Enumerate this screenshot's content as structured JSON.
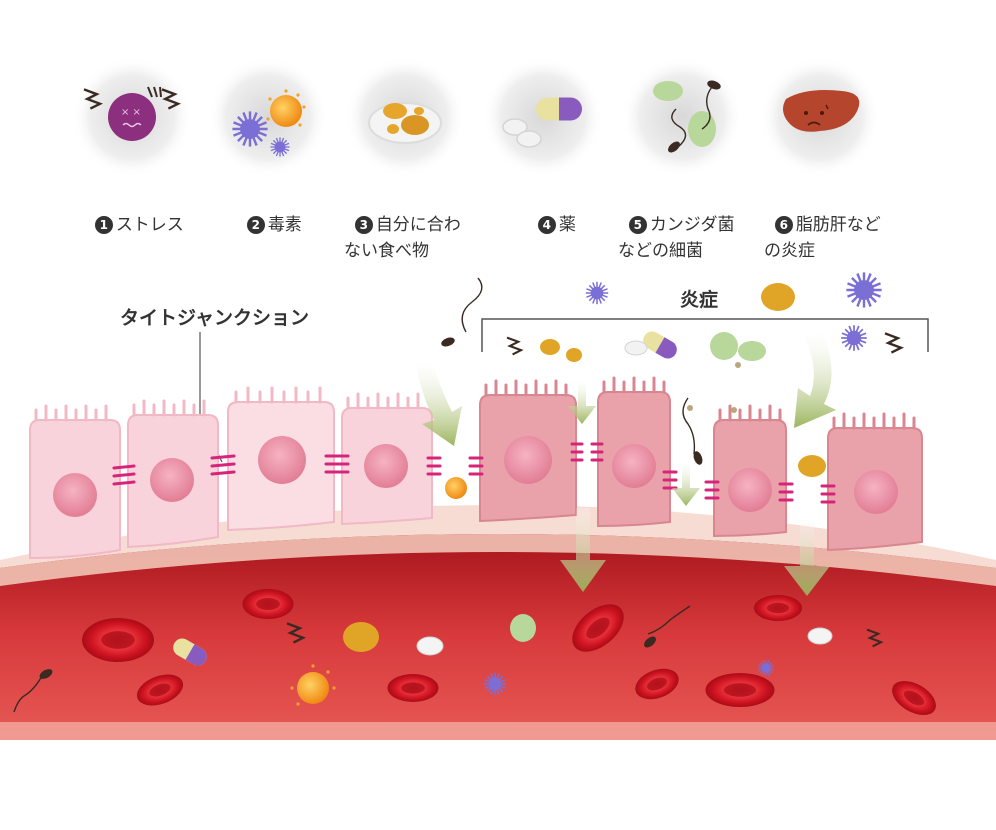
{
  "causes": [
    {
      "number": "1",
      "label": "ストレス",
      "icon": "stressed-face-icon"
    },
    {
      "number": "2",
      "label": "毒素",
      "icon": "toxin-icon"
    },
    {
      "number": "3",
      "label": "自分に合わ\nない食べ物",
      "icon": "food-plate-icon"
    },
    {
      "number": "4",
      "label": "薬",
      "icon": "medicine-icon"
    },
    {
      "number": "5",
      "label": "カンジダ菌\nなどの細菌",
      "icon": "bacteria-icon"
    },
    {
      "number": "6",
      "label": "脂肪肝など\nの炎症",
      "icon": "fatty-liver-icon"
    }
  ],
  "labels": {
    "tight_junction": "タイトジャンクション",
    "inflammation": "炎症"
  },
  "colors": {
    "cell_healthy": "#f9d3dc",
    "cell_inflamed": "#e89aa3",
    "nucleus": "#ec8fa3",
    "junction": "#d6247a",
    "blood_vessel": "#c8272e",
    "red_blood_cell": "#d81b2a",
    "arrow": "#a9bf6a"
  }
}
